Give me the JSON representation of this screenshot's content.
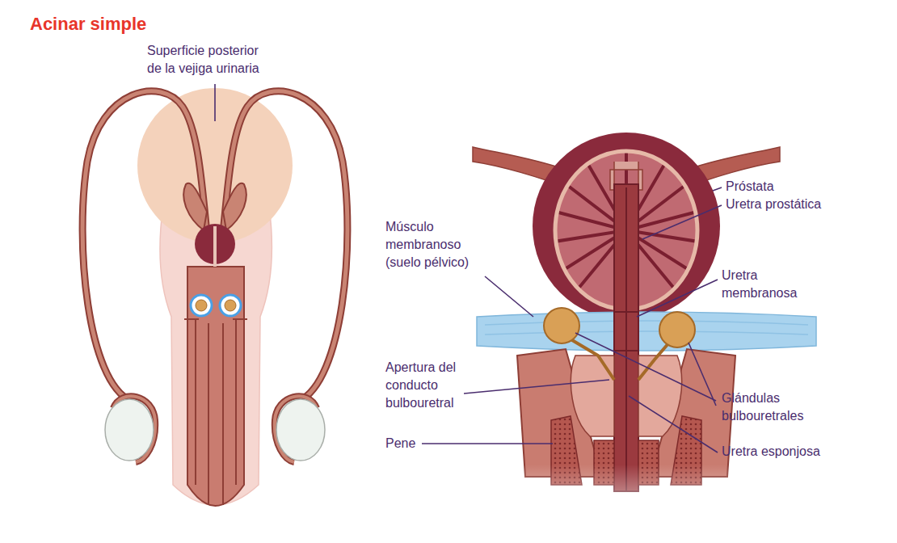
{
  "diagram": {
    "title": "Acinar simple",
    "labels": [
      "Superficie posterior de la vejiga urinaria",
      "Próstata",
      "Uretra prostática",
      "Músculo membranoso (suelo pélvico)",
      "Uretra membranosa",
      "Apertura del conducto bulbouretral",
      "Glándulas bulbouretrales",
      "Pene",
      "Uretra esponjosa"
    ]
  }
}
